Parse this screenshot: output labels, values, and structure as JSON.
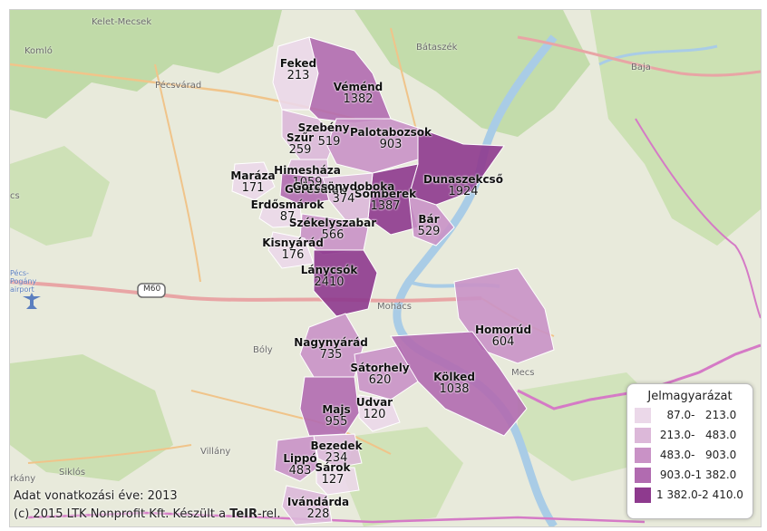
{
  "basemap_labels": {
    "kelet_mecsek": "Kelet-Mecsek",
    "komlo": "Komló",
    "pecsvarad": "Pécsvárad",
    "bataszek": "Bátaszék",
    "baja": "Baja",
    "mohacs": "Mohács",
    "boly": "Bóly",
    "villany": "Villány",
    "siklos": "Siklós",
    "harkany": "rkány",
    "cs": "cs",
    "pecs_airport": "Pécs-Pogány airport",
    "mecs": "Mecs",
    "motorway": "M60"
  },
  "colors": {
    "class1": "#ebd8e9",
    "class2": "#dcb8d9",
    "class3": "#c992c6",
    "class4": "#b16bb0",
    "class5": "#8e3a8e",
    "water": "#a9cce6",
    "forest": "#b9d79f",
    "road_major": "#e8a5a5",
    "border": "#d57ac6"
  },
  "places": [
    {
      "id": "fekad",
      "name": "Feked",
      "value": "213",
      "cls": 1
    },
    {
      "id": "vemend",
      "name": "Véménd",
      "value": "1382",
      "cls": 4
    },
    {
      "id": "szebeny",
      "name": "Szebény",
      "value": "",
      "cls": 2
    },
    {
      "id": "szur",
      "name": "Szűr",
      "value": "259",
      "cls": 2
    },
    {
      "id": "szebeny_val",
      "name": "",
      "value": "519",
      "cls": 3
    },
    {
      "id": "palotabozsok",
      "name": "Palotabozsok",
      "value": "903",
      "cls": 3
    },
    {
      "id": "dunaszekcso",
      "name": "Dunaszekcső",
      "value": "1924",
      "cls": 5
    },
    {
      "id": "maraza",
      "name": "Maráza",
      "value": "171",
      "cls": 1
    },
    {
      "id": "himeshaza",
      "name": "Himesháza",
      "value": "1059",
      "cls": 4
    },
    {
      "id": "geresdlak",
      "name": "Geresdlak",
      "value": "",
      "cls": 3
    },
    {
      "id": "somberek",
      "name": "Somberek",
      "value": "1387",
      "cls": 5
    },
    {
      "id": "monyorod",
      "name": "Görcsönydoboka",
      "value": "374",
      "cls": 2
    },
    {
      "id": "erdosmarok",
      "name": "Erdősmárok",
      "value": "87",
      "cls": 1
    },
    {
      "id": "szekelyszabar",
      "name": "Székelyszabar",
      "value": "566",
      "cls": 3
    },
    {
      "id": "bar",
      "name": "Bár",
      "value": "529",
      "cls": 3
    },
    {
      "id": "kisnyarad",
      "name": "Kisnyárád",
      "value": "176",
      "cls": 1
    },
    {
      "id": "lanycsok",
      "name": "Lánycsók",
      "value": "2410",
      "cls": 5
    },
    {
      "id": "homorud",
      "name": "Homorúd",
      "value": "604",
      "cls": 3
    },
    {
      "id": "nagynyarad",
      "name": "Nagynyárád",
      "value": "735",
      "cls": 3
    },
    {
      "id": "satorhely",
      "name": "Sátorhely",
      "value": "620",
      "cls": 3
    },
    {
      "id": "kolked",
      "name": "Kölked",
      "value": "1038",
      "cls": 4
    },
    {
      "id": "majs",
      "name": "Majs",
      "value": "955",
      "cls": 4
    },
    {
      "id": "udvar",
      "name": "Udvar",
      "value": "120",
      "cls": 1
    },
    {
      "id": "bezedek",
      "name": "Bezedek",
      "value": "234",
      "cls": 2
    },
    {
      "id": "lippo",
      "name": "Lippó",
      "value": "483",
      "cls": 3
    },
    {
      "id": "sarok",
      "name": "Sárok",
      "value": "127",
      "cls": 1
    },
    {
      "id": "ivandarda",
      "name": "Ivándárda",
      "value": "228",
      "cls": 2
    }
  ],
  "legend": {
    "title": "Jelmagyarázat",
    "items": [
      {
        "label": "   87.0-   213.0",
        "color": "#ebd8e9"
      },
      {
        "label": " 213.0-   483.0",
        "color": "#dcb8d9"
      },
      {
        "label": " 483.0-   903.0",
        "color": "#c992c6"
      },
      {
        "label": " 903.0-1 382.0",
        "color": "#b16bb0"
      },
      {
        "label": "1 382.0-2 410.0",
        "color": "#8e3a8e"
      }
    ]
  },
  "footer": {
    "year_text": "Adat vonatkozási éve: 2013",
    "credit_prefix": "(c) 2015 LTK Nonprofit Kft. Készült a ",
    "credit_bold": "TeIR",
    "credit_suffix": "-rel."
  }
}
